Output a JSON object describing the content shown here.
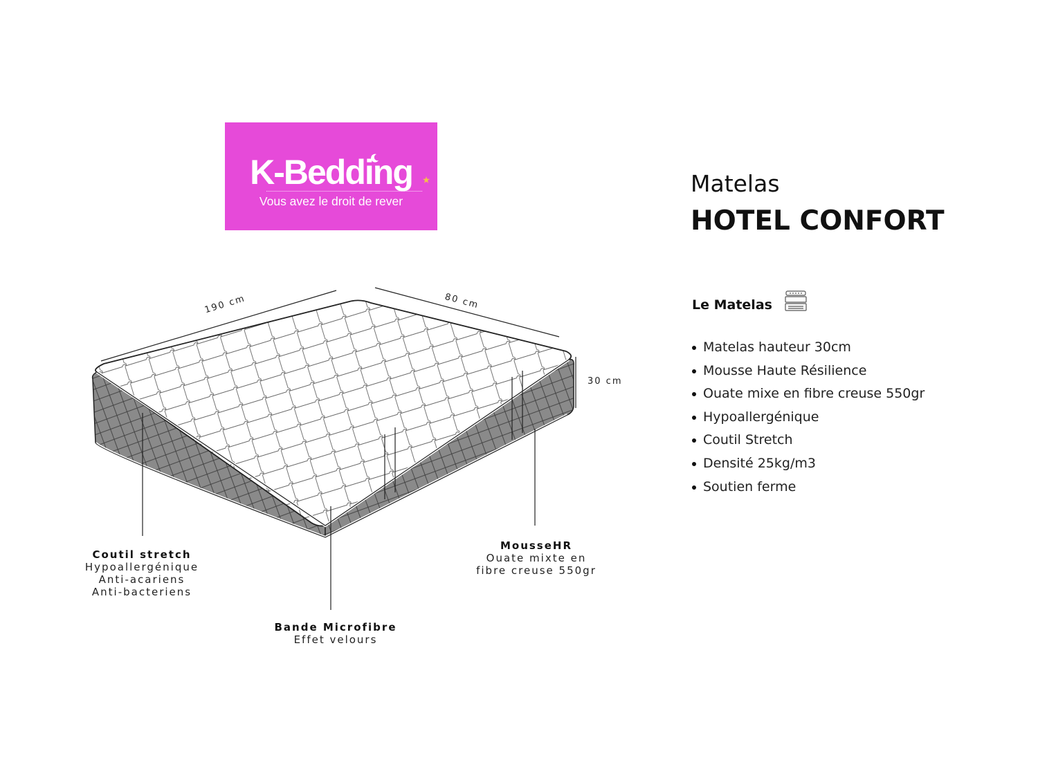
{
  "brand": {
    "name": "K-Bedding",
    "tagline": "Vous avez le droit de rever",
    "background": "#e64ad9"
  },
  "product": {
    "line1": "Matelas",
    "line2": "HOTEL CONFORT"
  },
  "section": {
    "heading": "Le Matelas",
    "icon": "mattress-layers-icon"
  },
  "specs": [
    "Matelas hauteur 30cm",
    "Mousse Haute Résilience",
    "Ouate mixe en fibre creuse 550gr",
    "Hypoallergénique",
    "Coutil Stretch",
    "Densité 25kg/m3",
    "Soutien ferme"
  ],
  "dimensions": {
    "length": "190 cm",
    "width": "80 cm",
    "height": "30 cm"
  },
  "callouts": {
    "coutil": {
      "heading": "Coutil stretch",
      "lines": [
        "Hypoallergénique",
        "Anti-acariens",
        "Anti-bacteriens"
      ]
    },
    "bande": {
      "heading": "Bande Microfibre",
      "lines": [
        "Effet velours"
      ]
    },
    "mousse": {
      "heading": "MousseHR",
      "lines": [
        "Ouate mixte en",
        "fibre creuse 550gr"
      ]
    }
  }
}
